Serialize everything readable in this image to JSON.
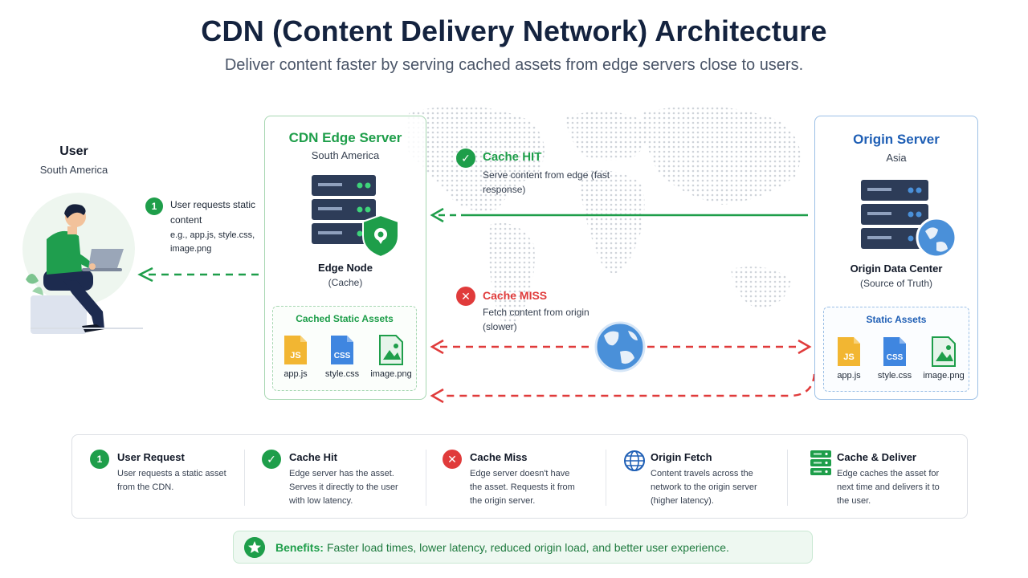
{
  "title": "CDN (Content Delivery Network) Architecture",
  "subtitle": "Deliver content faster by serving cached assets from edge servers close to users.",
  "colors": {
    "green": "#1e9e4a",
    "red": "#e03b3b",
    "blue": "#1f5fb5",
    "navy": "#14233f"
  },
  "user": {
    "title": "User",
    "region": "South America",
    "icon": "person-with-laptop-illustration"
  },
  "step1": {
    "number": "1",
    "text": "User requests static content",
    "example": "e.g., app.js, style.css, image.png"
  },
  "edge": {
    "title": "CDN Edge Server",
    "region": "South America",
    "node_label": "Edge Node",
    "node_sub": "(Cache)",
    "assets_title": "Cached Static Assets",
    "files": [
      {
        "name": "app.js",
        "badge": "JS",
        "icon": "js-file-icon"
      },
      {
        "name": "style.css",
        "badge": "CSS",
        "icon": "css-file-icon"
      },
      {
        "name": "image.png",
        "badge": "",
        "icon": "image-file-icon"
      }
    ]
  },
  "origin": {
    "title": "Origin Server",
    "region": "Asia",
    "dc_label": "Origin Data Center",
    "dc_sub": "(Source of Truth)",
    "assets_title": "Static Assets",
    "files": [
      {
        "name": "app.js",
        "badge": "JS",
        "icon": "js-file-icon"
      },
      {
        "name": "style.css",
        "badge": "CSS",
        "icon": "css-file-icon"
      },
      {
        "name": "image.png",
        "badge": "",
        "icon": "image-file-icon"
      }
    ]
  },
  "hit": {
    "icon_glyph": "✓",
    "title": "Cache HIT",
    "desc": "Serve content from edge (fast response)"
  },
  "miss": {
    "icon_glyph": "✕",
    "title": "Cache MISS",
    "desc": "Fetch content from origin (slower)"
  },
  "legend": [
    {
      "icon": "number-one-icon",
      "glyph": "1",
      "title": "User Request",
      "desc": "User requests a static asset from the CDN."
    },
    {
      "icon": "check-circle-icon",
      "glyph": "✓",
      "title": "Cache Hit",
      "desc": "Edge server has the asset. Serves it directly to the user with low latency."
    },
    {
      "icon": "x-circle-icon",
      "glyph": "✕",
      "title": "Cache Miss",
      "desc": "Edge server doesn't have the asset. Requests it from the origin server."
    },
    {
      "icon": "globe-icon",
      "glyph": "",
      "title": "Origin Fetch",
      "desc": "Content travels across the network to the origin server (higher latency)."
    },
    {
      "icon": "server-stack-icon",
      "glyph": "",
      "title": "Cache & Deliver",
      "desc": "Edge caches the asset for next time and delivers it to the user."
    }
  ],
  "benefits": {
    "label": "Benefits:",
    "text": "Faster load times, lower latency, reduced origin load, and better user experience."
  }
}
